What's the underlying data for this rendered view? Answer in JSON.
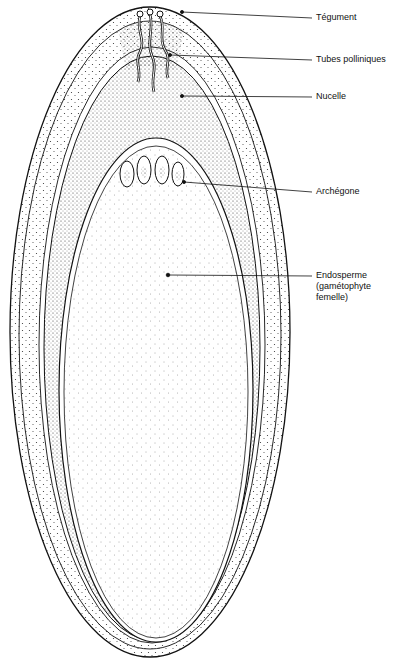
{
  "diagram": {
    "labels": [
      "Tégument",
      "Tubes polliniques",
      "Nucelle",
      "Archégone",
      "Endosperme (gamétophyte femelle)"
    ]
  }
}
